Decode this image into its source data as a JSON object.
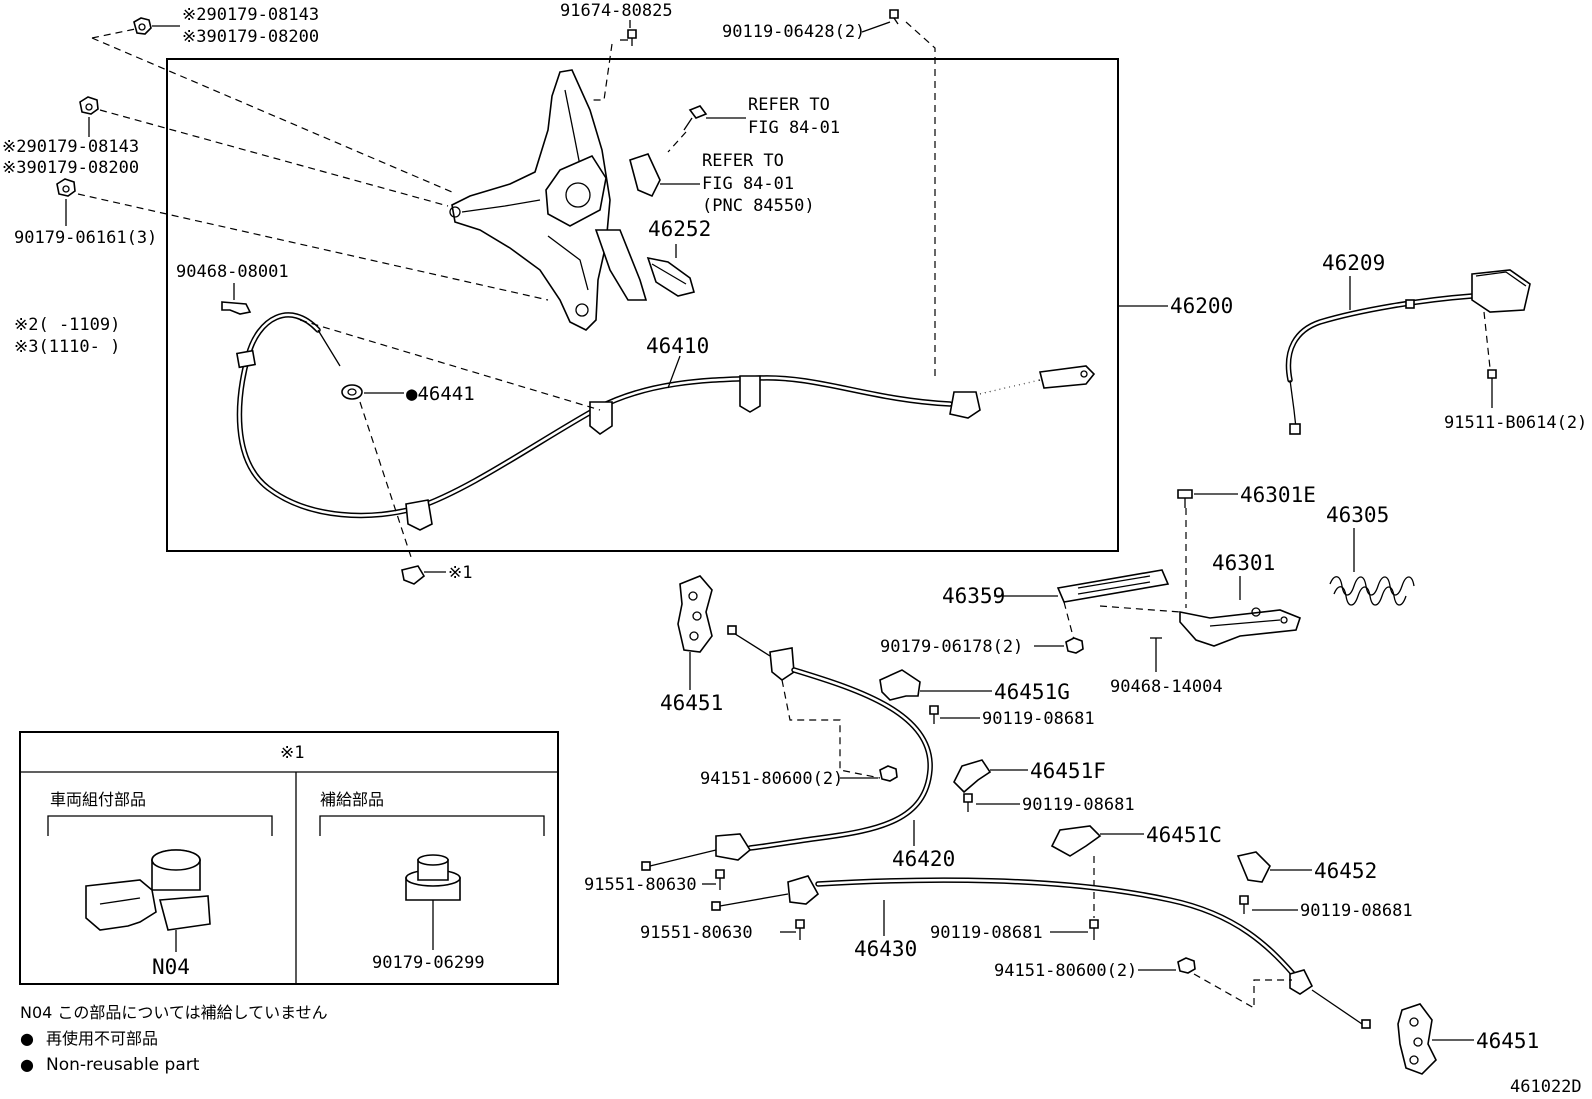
{
  "diagram_id": "461022D",
  "main_assembly": "46200",
  "labels": {
    "p_top_nut": [
      "※290179-08143",
      "※390179-08200"
    ],
    "p_left_nut": [
      "※290179-08143",
      "※390179-08200"
    ],
    "p_90179_06161": "90179-06161(3)",
    "p_91674": "91674-80825",
    "p_90119_06428": "90119-06428(2)",
    "refer1": [
      "REFER TO",
      "FIG 84-01"
    ],
    "refer2": [
      "REFER TO",
      "FIG 84-01",
      "(PNC 84550)"
    ],
    "p_46252": "46252",
    "p_90468_08001": "90468-08001",
    "note2": "※2(    -1109)",
    "note3": "※3(1110-    )",
    "p_46410": "46410",
    "p_46441": "●46441",
    "p_mark1": "※1",
    "p_46209": "46209",
    "p_91511": "91511-B0614(2)",
    "p_46301E": "46301E",
    "p_46305": "46305",
    "p_46301": "46301",
    "p_46359": "46359",
    "p_90179_06178": "90179-06178(2)",
    "p_90468_14004": "90468-14004",
    "p_46451_a": "46451",
    "p_46451G": "46451G",
    "p_90119_08681_a": "90119-08681",
    "p_94151_a": "94151-80600(2)",
    "p_46451F": "46451F",
    "p_90119_08681_b": "90119-08681",
    "p_46420": "46420",
    "p_46451C": "46451C",
    "p_46452": "46452",
    "p_91551_a": "91551-80630",
    "p_90119_08681_c": "90119-08681",
    "p_91551_b": "91551-80630",
    "p_90119_08681_d": "90119-08681",
    "p_46430": "46430",
    "p_94151_b": "94151-80600(2)",
    "p_46451_b": "46451"
  },
  "inset": {
    "header": "※1",
    "left_title": "車両組付部品",
    "right_title": "補給部品",
    "left_part": "N04",
    "right_part": "90179-06299"
  },
  "legend": {
    "n04_note": "N04  この部品については補給していません",
    "bullet": "●",
    "non_reusable_jp": "再使用不可部品",
    "non_reusable_en": "Non-reusable part"
  }
}
